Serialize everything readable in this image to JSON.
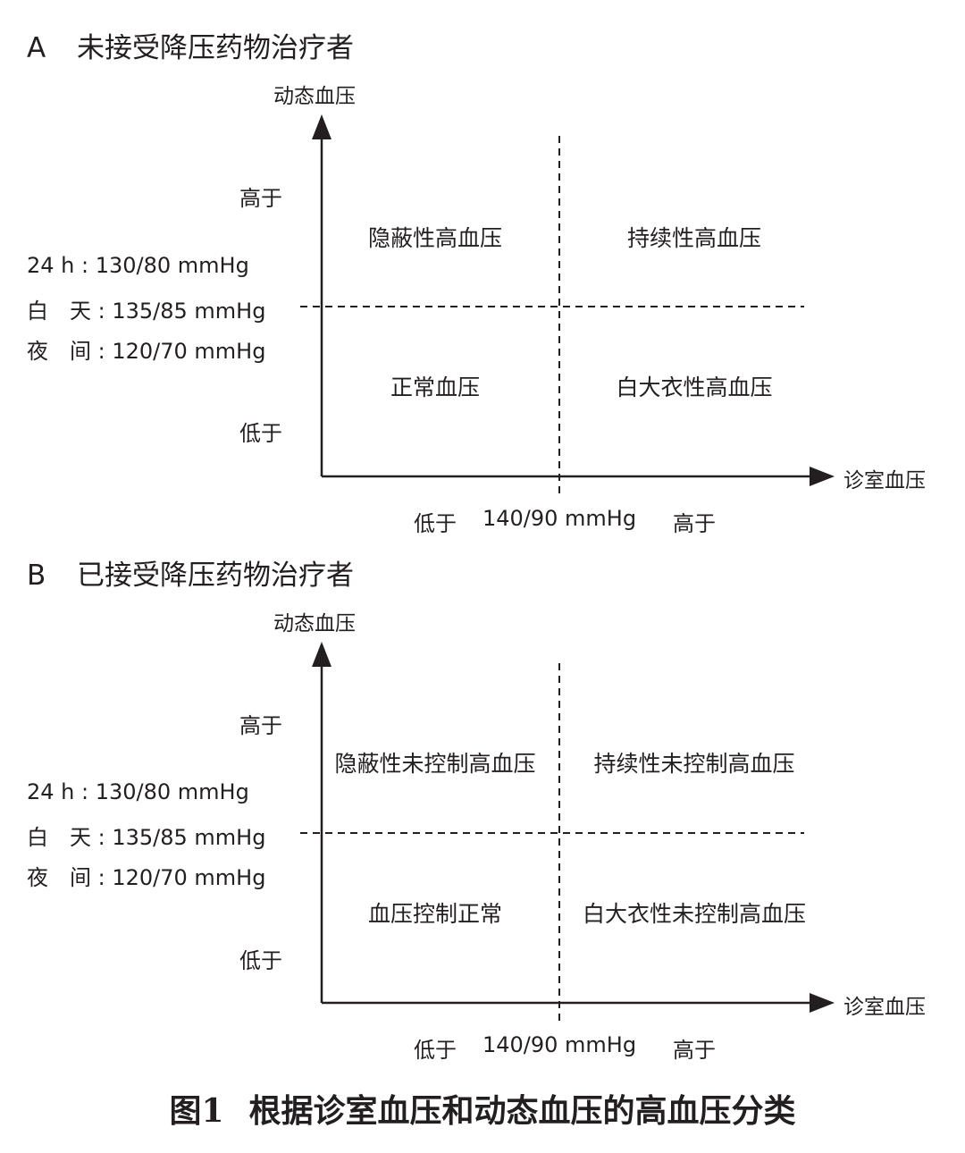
{
  "panels": [
    {
      "letter": "A",
      "title": "未接受降压药物治疗者",
      "y_axis_title": "动态血压",
      "x_axis_title": "诊室血压",
      "y_high": "高于",
      "y_low": "低于",
      "thresholds": {
        "h24": "130/80 mmHg",
        "day_label": "白　天",
        "day": "135/85 mmHg",
        "night_label": "夜　间",
        "night": "120/70 mmHg",
        "h24_label": "24 h"
      },
      "quadrants": {
        "top_left": "隐蔽性高血压",
        "top_right": "持续性高血压",
        "bottom_left": "正常血压",
        "bottom_right": "白大衣性高血压"
      },
      "x_low": "低于",
      "x_threshold": "140/90 mmHg",
      "x_high": "高于"
    },
    {
      "letter": "B",
      "title": "已接受降压药物治疗者",
      "y_axis_title": "动态血压",
      "x_axis_title": "诊室血压",
      "y_high": "高于",
      "y_low": "低于",
      "thresholds": {
        "h24": "130/80 mmHg",
        "day_label": "白　天",
        "day": "135/85 mmHg",
        "night_label": "夜　间",
        "night": "120/70 mmHg",
        "h24_label": "24 h"
      },
      "quadrants": {
        "top_left": "隐蔽性未控制高血压",
        "top_right": "持续性未控制高血压",
        "bottom_left": "血压控制正常",
        "bottom_right": "白大衣性未控制高血压"
      },
      "x_low": "低于",
      "x_threshold": "140/90 mmHg",
      "x_high": "高于"
    }
  ],
  "caption": {
    "figure_no": "图1",
    "text": "根据诊室血压和动态血压的高血压分类"
  },
  "colors": {
    "ink": "#231f20",
    "background": "#ffffff"
  }
}
